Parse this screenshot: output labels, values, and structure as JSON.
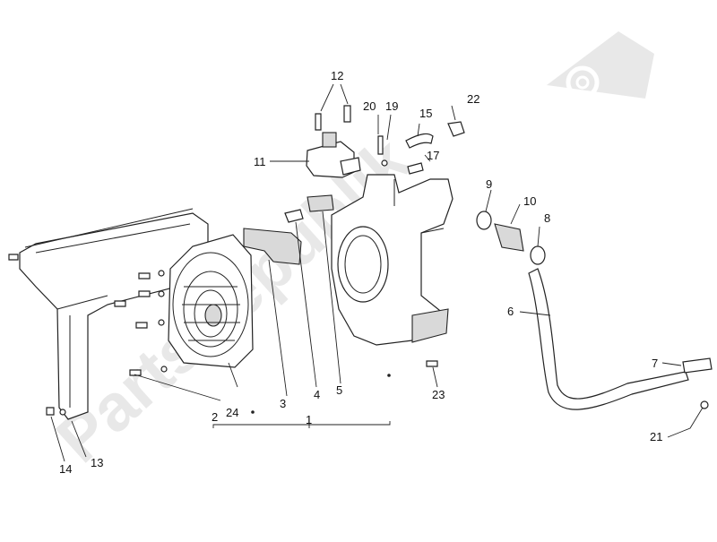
{
  "diagram": {
    "watermark": "PartsRepublik",
    "colors": {
      "line": "#222222",
      "watermark": "#d6d6d6",
      "background": "#ffffff"
    },
    "watermark_icon": "gear-icon",
    "callouts": [
      "1",
      "2",
      "3",
      "4",
      "5",
      "6",
      "7",
      "8",
      "9",
      "10",
      "11",
      "12",
      "13",
      "14",
      "15",
      "17",
      "19",
      "20",
      "21",
      "22",
      "23",
      "24"
    ]
  }
}
